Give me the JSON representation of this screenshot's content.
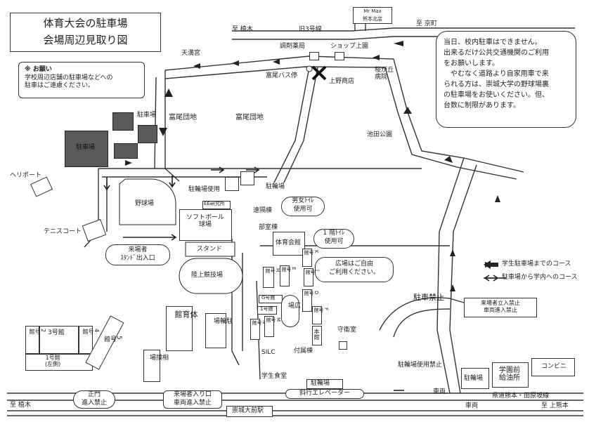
{
  "title": {
    "line1": "体育大会の駐車場",
    "line2": "会場周辺見取り図"
  },
  "request": {
    "heading": "※ お願い",
    "body": "学校周辺店舗の駐車場などへの\n駐車はご遠慮ください。"
  },
  "notice": "当日、校内駐車はできません。\n出来るだけ公共交通機関のご利用\nをお願いします。\n　やむなく道路より自家用車で来\nられる方は、崇城大学の野球場裏\nの駐車場をお使いください。但、\n台数に制限があります。",
  "roads": {
    "top_left": "至 植木",
    "top_exit": "旧3号線",
    "top_right": "至 京町",
    "bottom_left": "至 植木",
    "bottom_right": "至 上熊本",
    "prefectural": "県道熊本・田原坂線",
    "station": "崇城大前駅"
  },
  "shops": {
    "mrmax": "Mr Max",
    "mrmax_branch": "熊本北店",
    "tenmangu": "天満宮",
    "pharmacy": "調剤薬局",
    "shop_ueno": "ショップ上園",
    "busstop": "富尾バス停",
    "ueno_shop": "上野商店",
    "hospital": "桜が丘\n病院",
    "ikeda_park": "池田公園",
    "conv": "コンビニ",
    "gas": "学園前\n給油所"
  },
  "areas": {
    "tomio1": "富尾団地",
    "tomio2": "富尾団地",
    "parking": "駐車場",
    "heliport": "ヘリポート",
    "tennis": "テニスコート",
    "baseball": "野球場",
    "softball": "ソフトボール\n球場",
    "athletic": "陸上競技場",
    "stand": "スタンド",
    "gym": "体\n育\n館",
    "sumo": "相\n撲\n場",
    "bike_use": "駐輪場使用",
    "bike": "駐輪場",
    "bike2": "駐\n輪\n場",
    "bike_prohibited": "駐輪場使用禁止",
    "parking_prohibited": "駐車禁止",
    "bike_gate": "駐輪場",
    "ee": "EE研究所",
    "sports_hall": "体育会館",
    "club": "部室棟",
    "remote": "遠隔棟",
    "plaza": "広\n場",
    "guard": "守衛室",
    "annex": "付属棟",
    "main": "本館",
    "cafeteria": "学生食堂",
    "silc": "SILC",
    "elevator": "斜行エレベーター"
  },
  "buildings": {
    "b3": "3号館",
    "b2": "2\n号\n館",
    "b4": "4\n号\n館",
    "b1": "1号館\n(左側)",
    "b5": "5\n号\n館",
    "h": "H\n号\n館",
    "e": "E\n号\n館",
    "j": "J\n号\n館",
    "g": "G号館",
    "c1": "1号館",
    "n": "N\n号\n館",
    "m": "M\n号\n館",
    "k": "K\n号\n館",
    "d": "D\n号\n館",
    "f": "F\n号\n館",
    "l": "L\n号\n館"
  },
  "callouts": {
    "visitor_stand": "来場者\nｽﾀﾝﾄﾞ出入口",
    "toilet_mf": "男女ﾄｲﾚ\n使用可",
    "toilet_1f": "1 階ﾄｲﾚ\n使用可",
    "plaza_free": "広場はご自由\nご利用ください。",
    "visitor_gate": "来場者立入禁止\n車両進入禁止",
    "main_gate": "正門\n進入禁止",
    "visitor_entry": "来場者入り口\n車両進入禁止",
    "vehicle1": "車両",
    "vehicle2": "車両"
  },
  "legend": {
    "student_parking": "学生駐車場までのコース",
    "to_school": "駐車場から学内へのコース"
  }
}
